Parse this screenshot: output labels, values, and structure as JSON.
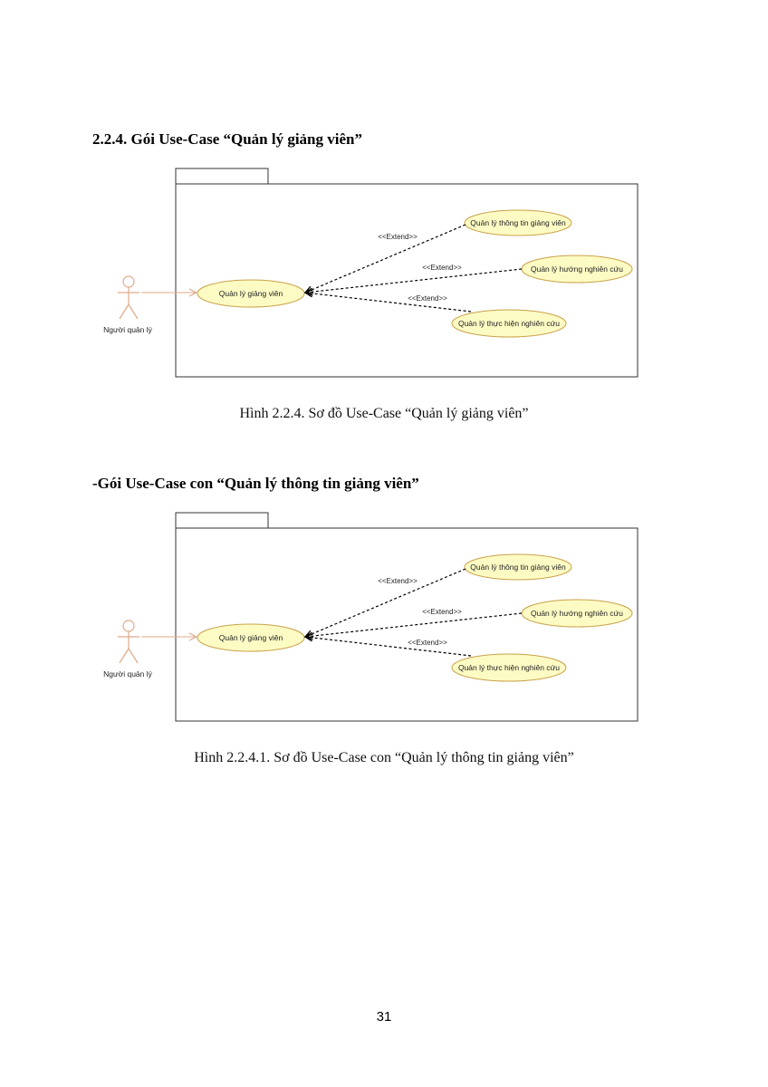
{
  "sections": [
    {
      "heading": "2.2.4. Gói Use-Case “Quản lý giảng viên”",
      "diagram": {
        "actor": "Người quản lý",
        "main_use_case": "Quản lý giảng viên",
        "extend_label": "<<Extend>>",
        "extensions": [
          "Quản lý thông tin giảng viên",
          "Quản lý hướng nghiên cứu",
          "Quản lý thực hiện nghiên cứu"
        ]
      },
      "caption": "Hình 2.2.4.  Sơ đồ Use-Case “Quản lý giảng viên”"
    },
    {
      "heading": "-Gói Use-Case con “Quản lý thông tin giảng viên”",
      "diagram": {
        "actor": "Người quản lý",
        "main_use_case": "Quản lý giảng viên",
        "extend_label": "<<Extend>>",
        "extensions": [
          "Quản lý thông tin giảng viên",
          "Quản lý hướng nghiên cứu",
          "Quản lý thực hiện nghiên cứu"
        ]
      },
      "caption": "Hình 2.2.4.1. Sơ đồ Use-Case con “Quản lý thông tin giảng viên”"
    }
  ],
  "page_number": "31",
  "colors": {
    "use_case_fill": "#fdfbc4",
    "use_case_stroke": "#c9a24a",
    "actor_stroke": "#e0a98a",
    "line": "#000000"
  }
}
